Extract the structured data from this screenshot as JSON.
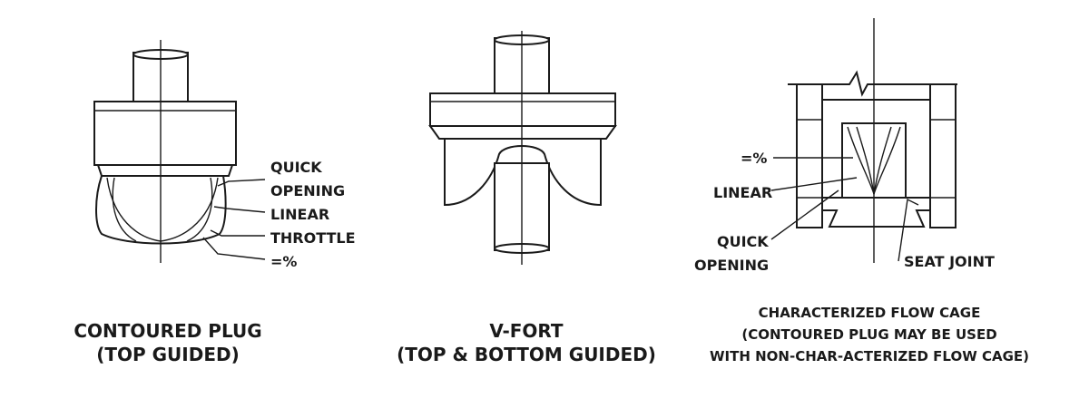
{
  "figure_1": {
    "labels": {
      "quick": "QUICK",
      "opening": "OPENING",
      "linear": "LINEAR",
      "throttle": "THROTTLE",
      "equal_percent": "=%"
    },
    "caption": [
      "CONTOURED PLUG",
      "(TOP GUIDED)"
    ]
  },
  "figure_2": {
    "caption": [
      "V-FORT",
      "(TOP & BOTTOM GUIDED)"
    ]
  },
  "figure_3": {
    "labels": {
      "equal_percent": "=%",
      "linear": "LINEAR",
      "quick": "QUICK",
      "opening": "OPENING",
      "seat_joint": "SEAT JOINT"
    },
    "caption": [
      "CHARACTERIZED FLOW CAGE",
      "(CONTOURED PLUG MAY BE USED",
      "WITH NON-CHAR-ACTERIZED FLOW CAGE)"
    ]
  }
}
